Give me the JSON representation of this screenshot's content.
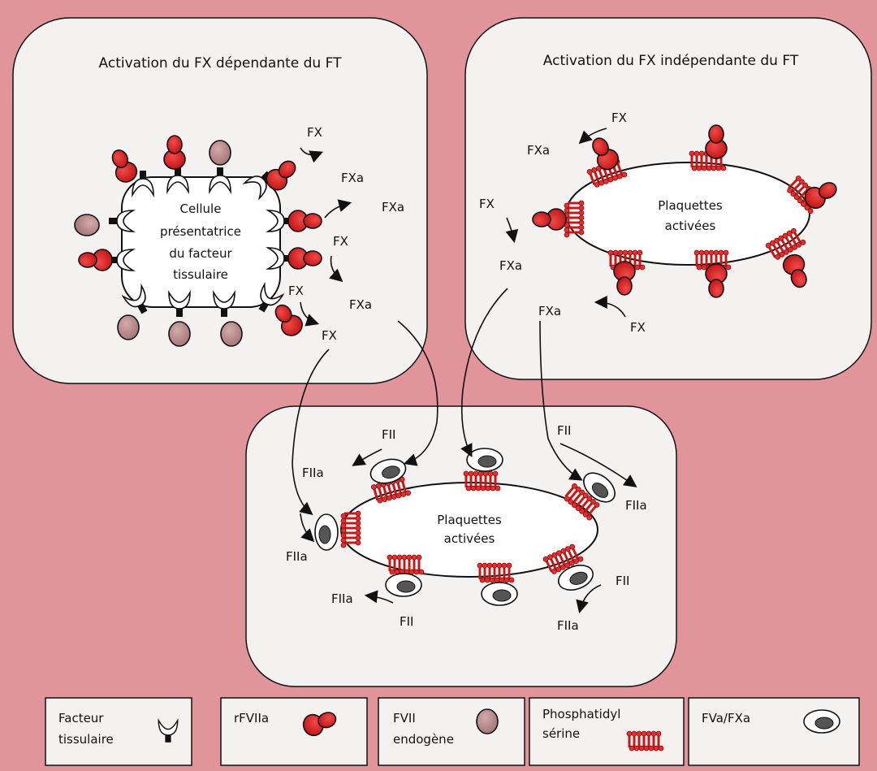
{
  "panels": {
    "tf_dependent": {
      "title": "Activation du FX dépendante du FT",
      "cell_label": [
        "Cellule",
        "présentatrice",
        "du facteur",
        "tissulaire"
      ],
      "labels": {
        "fx1": "FX",
        "fxa1": "FXa",
        "fxa2": "FXa",
        "fx2": "FX",
        "fx3": "FX",
        "fxa3": "FXa",
        "fx4": "FX"
      }
    },
    "tf_independent": {
      "title": "Activation du FX indépendante du FT",
      "platelet_label": [
        "Plaquettes",
        "activées"
      ],
      "labels": {
        "fx1": "FX",
        "fxa1": "FXa",
        "fx2": "FX",
        "fxa2": "FXa",
        "fxa3": "FXa",
        "fx3": "FX"
      }
    },
    "thrombin": {
      "platelet_label": [
        "Plaquettes",
        "activées"
      ],
      "labels": {
        "fii1": "FII",
        "fiia1": "FIIa",
        "fii2": "FII",
        "fiia2": "FIIa",
        "fiia3": "FIIa",
        "fiia4": "FIIa",
        "fii3": "FII",
        "fii4": "FII",
        "fiia5": "FIIa"
      }
    }
  },
  "legend": [
    {
      "lines": [
        "Facteur",
        "tissulaire"
      ],
      "icon": "tissue-factor-icon"
    },
    {
      "lines": [
        "rFVIIa"
      ],
      "icon": "rfviia-icon"
    },
    {
      "lines": [
        "FVII",
        "endogène"
      ],
      "icon": "endogenous-fvii-icon"
    },
    {
      "lines": [
        "Phosphatidyl",
        "sérine"
      ],
      "icon": "phosphatidylserine-icon"
    },
    {
      "lines": [
        "FVa/FXa"
      ],
      "icon": "fva-fxa-icon"
    }
  ],
  "colors": {
    "background": "#e2949b",
    "panel": "#f4f2f0",
    "rfviia": "#d81e1e",
    "endogenous_fvii": "#b98a8a",
    "phosphatidylserine": "#cc2020",
    "fxa_core": "#555555"
  }
}
